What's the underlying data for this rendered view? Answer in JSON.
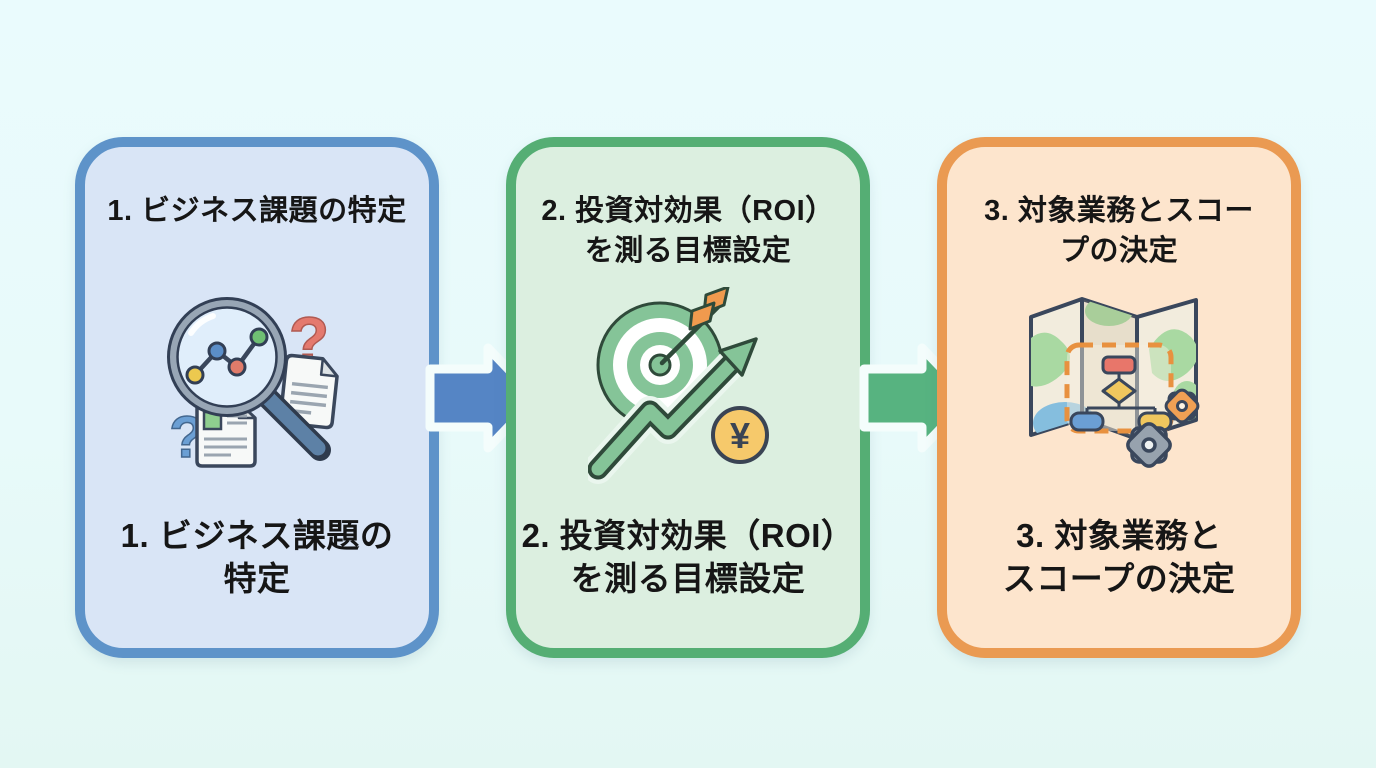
{
  "diagram": {
    "background_top": "#eafbfd",
    "background_bottom": "#e3f7f3",
    "text_color": "#161616",
    "steps": [
      {
        "number": "1",
        "title": "1. ビジネス課題の特定",
        "caption": "1. ビジネス課題の\n特定",
        "card_fill": "#d9e5f6",
        "card_border": "#5e93c9",
        "icon": "magnifier-chart-analysis-icon",
        "question_mark": "?"
      },
      {
        "number": "2",
        "title": "2. 投資対効果（ROI）\nを測る目標設定",
        "caption": "2. 投資対効果（ROI）\nを測る目標設定",
        "card_fill": "#dcefe0",
        "card_border": "#55ae74",
        "icon": "target-roi-growth-icon",
        "coin_symbol": "¥"
      },
      {
        "number": "3",
        "title": "3. 対象業務とスコー\nプの決定",
        "caption": "3. 対象業務と\nスコープの決定",
        "card_fill": "#fde5cd",
        "card_border": "#ea9a52",
        "icon": "map-scope-gears-icon"
      }
    ],
    "arrows": [
      {
        "from_step": "1",
        "to_step": "2",
        "color": "#5585c5",
        "outline": "#f4fdfc"
      },
      {
        "from_step": "2",
        "to_step": "3",
        "color": "#57b380",
        "outline": "#f4fdfc"
      }
    ]
  }
}
